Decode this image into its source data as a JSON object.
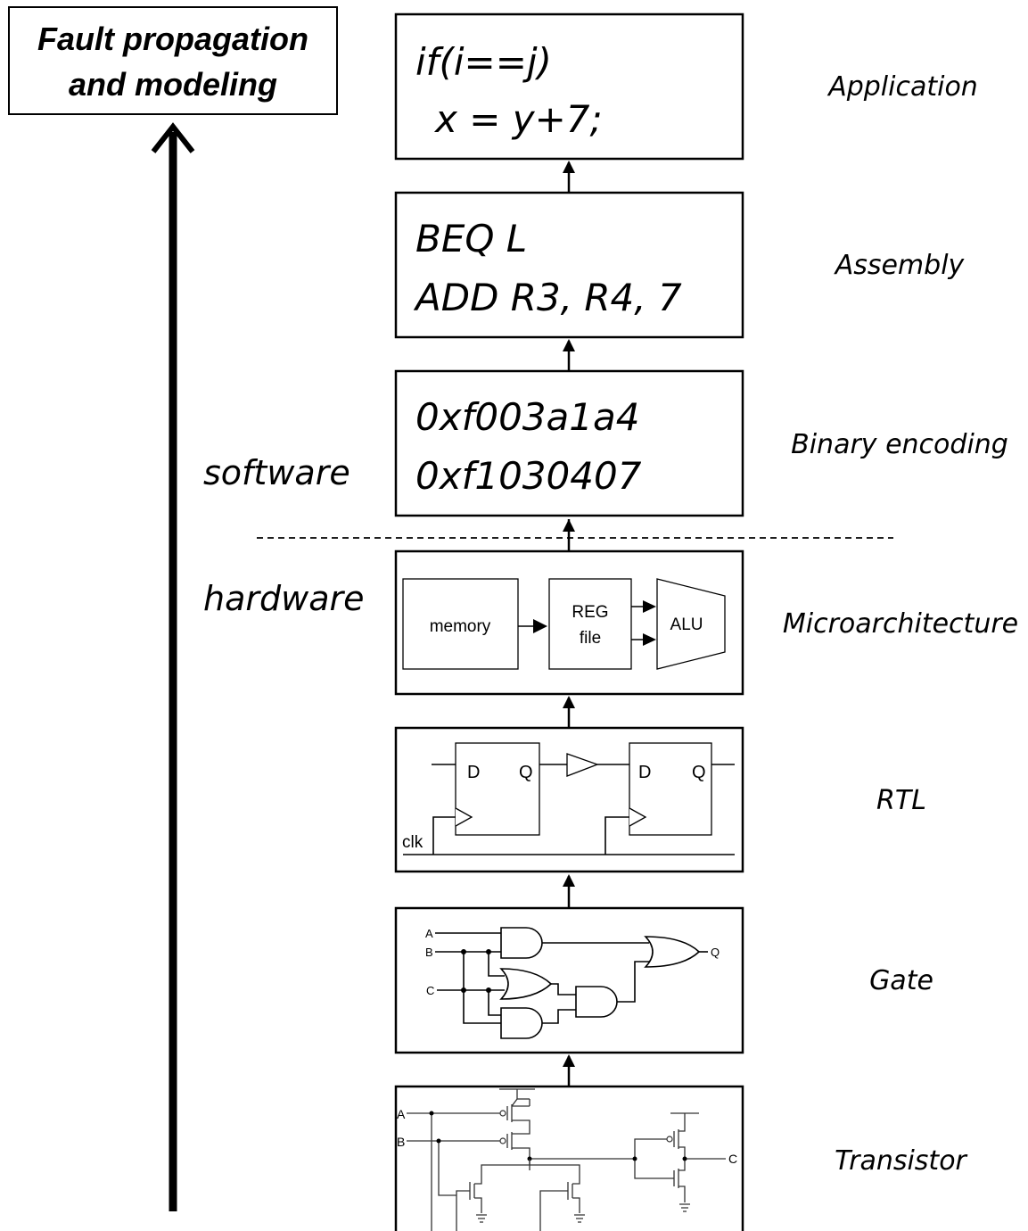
{
  "title": {
    "line1": "Fault propagation",
    "line2": "and modeling"
  },
  "domain_labels": {
    "software": "software",
    "hardware": "hardware"
  },
  "levels": {
    "application": {
      "label": "Application",
      "line1": "if(i==j)",
      "line2": "x = y+7;"
    },
    "assembly": {
      "label": "Assembly",
      "line1": "BEQ L",
      "line2": "ADD R3, R4, 7"
    },
    "binary": {
      "label": "Binary encoding",
      "line1": "0xf003a1a4",
      "line2": "0xf1030407"
    },
    "microarchitecture": {
      "label": "Microarchitecture",
      "memory": "memory",
      "reg_line1": "REG",
      "reg_line2": "file",
      "alu": "ALU"
    },
    "rtl": {
      "label": "RTL",
      "d1": "D",
      "q1": "Q",
      "d2": "D",
      "q2": "Q",
      "clk": "clk"
    },
    "gate": {
      "label": "Gate",
      "in_a": "A",
      "in_b": "B",
      "in_c": "C",
      "out_q": "Q"
    },
    "transistor": {
      "label": "Transistor",
      "in_a": "A",
      "in_b": "B",
      "out_c": "C"
    }
  }
}
